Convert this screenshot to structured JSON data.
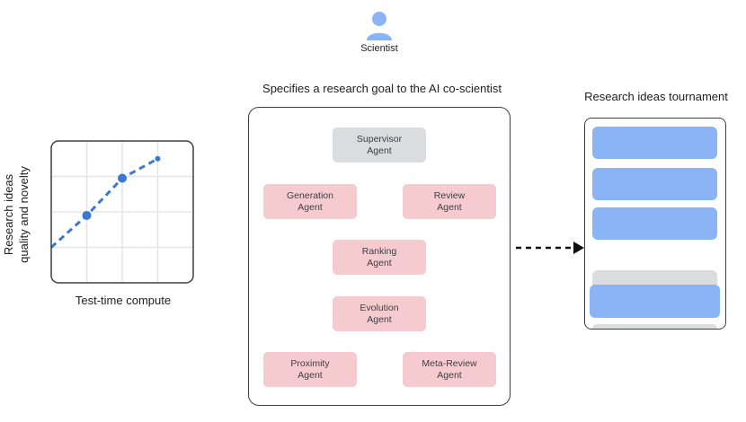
{
  "scientist": {
    "icon": "person-icon",
    "label": "Scientist"
  },
  "chart": {
    "xlabel": "Test-time compute",
    "ylabel_line1": "Research ideas",
    "ylabel_line2": "quality and novelty"
  },
  "chart_data": {
    "type": "line",
    "title": "",
    "xlabel": "Test-time compute",
    "ylabel": "Research ideas quality and novelty",
    "x": [
      0,
      1,
      2,
      3
    ],
    "values": [
      1.0,
      1.9,
      2.95,
      3.5
    ],
    "markers": [
      {
        "x": 1,
        "y": 1.9
      },
      {
        "x": 2,
        "y": 2.95
      }
    ],
    "xlim": [
      0,
      4
    ],
    "ylim": [
      0,
      4
    ],
    "grid": true,
    "line_style": "dashed",
    "color": "#3a78d1",
    "tick_labels": false
  },
  "system": {
    "title": "Specifies a research goal to the AI co-scientist",
    "agents": [
      {
        "line1": "Supervisor",
        "line2": "Agent",
        "kind": "supervisor"
      },
      {
        "line1": "Generation",
        "line2": "Agent",
        "kind": "worker"
      },
      {
        "line1": "Review",
        "line2": "Agent",
        "kind": "worker"
      },
      {
        "line1": "Ranking",
        "line2": "Agent",
        "kind": "worker"
      },
      {
        "line1": "Evolution",
        "line2": "Agent",
        "kind": "worker"
      },
      {
        "line1": "Proximity",
        "line2": "Agent",
        "kind": "worker"
      },
      {
        "line1": "Meta-Review",
        "line2": "Agent",
        "kind": "worker"
      }
    ]
  },
  "tournament": {
    "title": "Research ideas tournament",
    "ideas_count": 6
  },
  "colors": {
    "agent_pink": "#f6cbd0",
    "supervisor_gray": "#dadcde",
    "idea_blue": "#8ab4f5",
    "chart_line": "#3a78d1",
    "person_icon": "#8ab4f5"
  }
}
